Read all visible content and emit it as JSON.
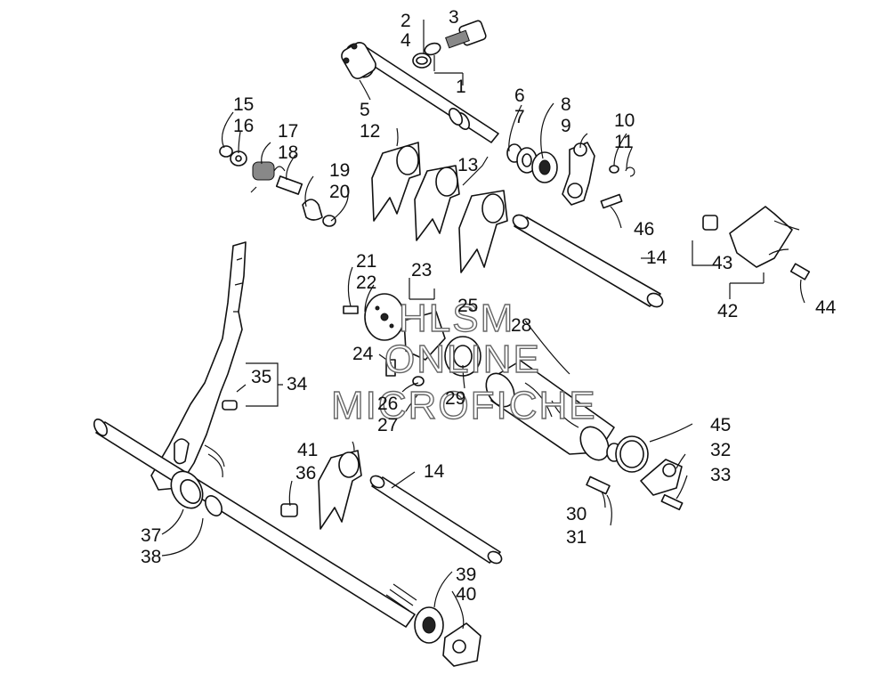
{
  "callouts": [
    "1",
    "2",
    "3",
    "4",
    "5",
    "6",
    "7",
    "8",
    "9",
    "10",
    "11",
    "12",
    "13",
    "14",
    "14",
    "15",
    "16",
    "17",
    "18",
    "19",
    "20",
    "21",
    "22",
    "23",
    "24",
    "25",
    "26",
    "27",
    "28",
    "29",
    "30",
    "31",
    "32",
    "33",
    "34",
    "35",
    "36",
    "37",
    "38",
    "39",
    "40",
    "41",
    "42",
    "43",
    "44",
    "45",
    "46"
  ],
  "watermark": {
    "line1": "HLSM",
    "line2": "ONLINE",
    "line3": "MICROFICHE"
  }
}
